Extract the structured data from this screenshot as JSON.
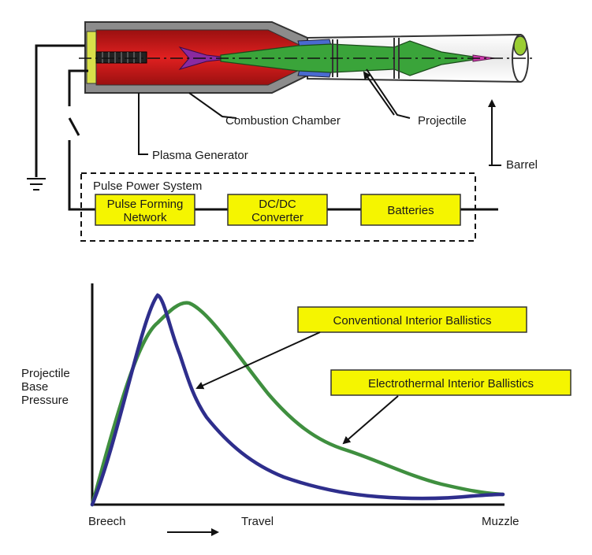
{
  "gun": {
    "labels": {
      "combustion_chamber": "Combustion Chamber",
      "projectile": "Projectile",
      "plasma_generator": "Plasma Generator",
      "barrel": "Barrel"
    }
  },
  "pulse_power": {
    "title": "Pulse Power System",
    "boxes": {
      "pfn_line1": "Pulse Forming",
      "pfn_line2": "Network",
      "dcdc_line1": "DC/DC",
      "dcdc_line2": "Converter",
      "batteries": "Batteries"
    }
  },
  "pressure_chart": {
    "ylabel_lines": [
      "Projectile",
      "Base",
      "Pressure"
    ],
    "x_labels": {
      "left": "Breech",
      "middle": "Travel",
      "right": "Muzzle"
    },
    "callouts": {
      "conventional": "Conventional Interior Ballistics",
      "electrothermal": "Electrothermal Interior Ballistics"
    },
    "colors": {
      "conventional": "#2e2e8c",
      "electrothermal": "#3f8f3f",
      "callout_fill": "#f5f500"
    }
  }
}
